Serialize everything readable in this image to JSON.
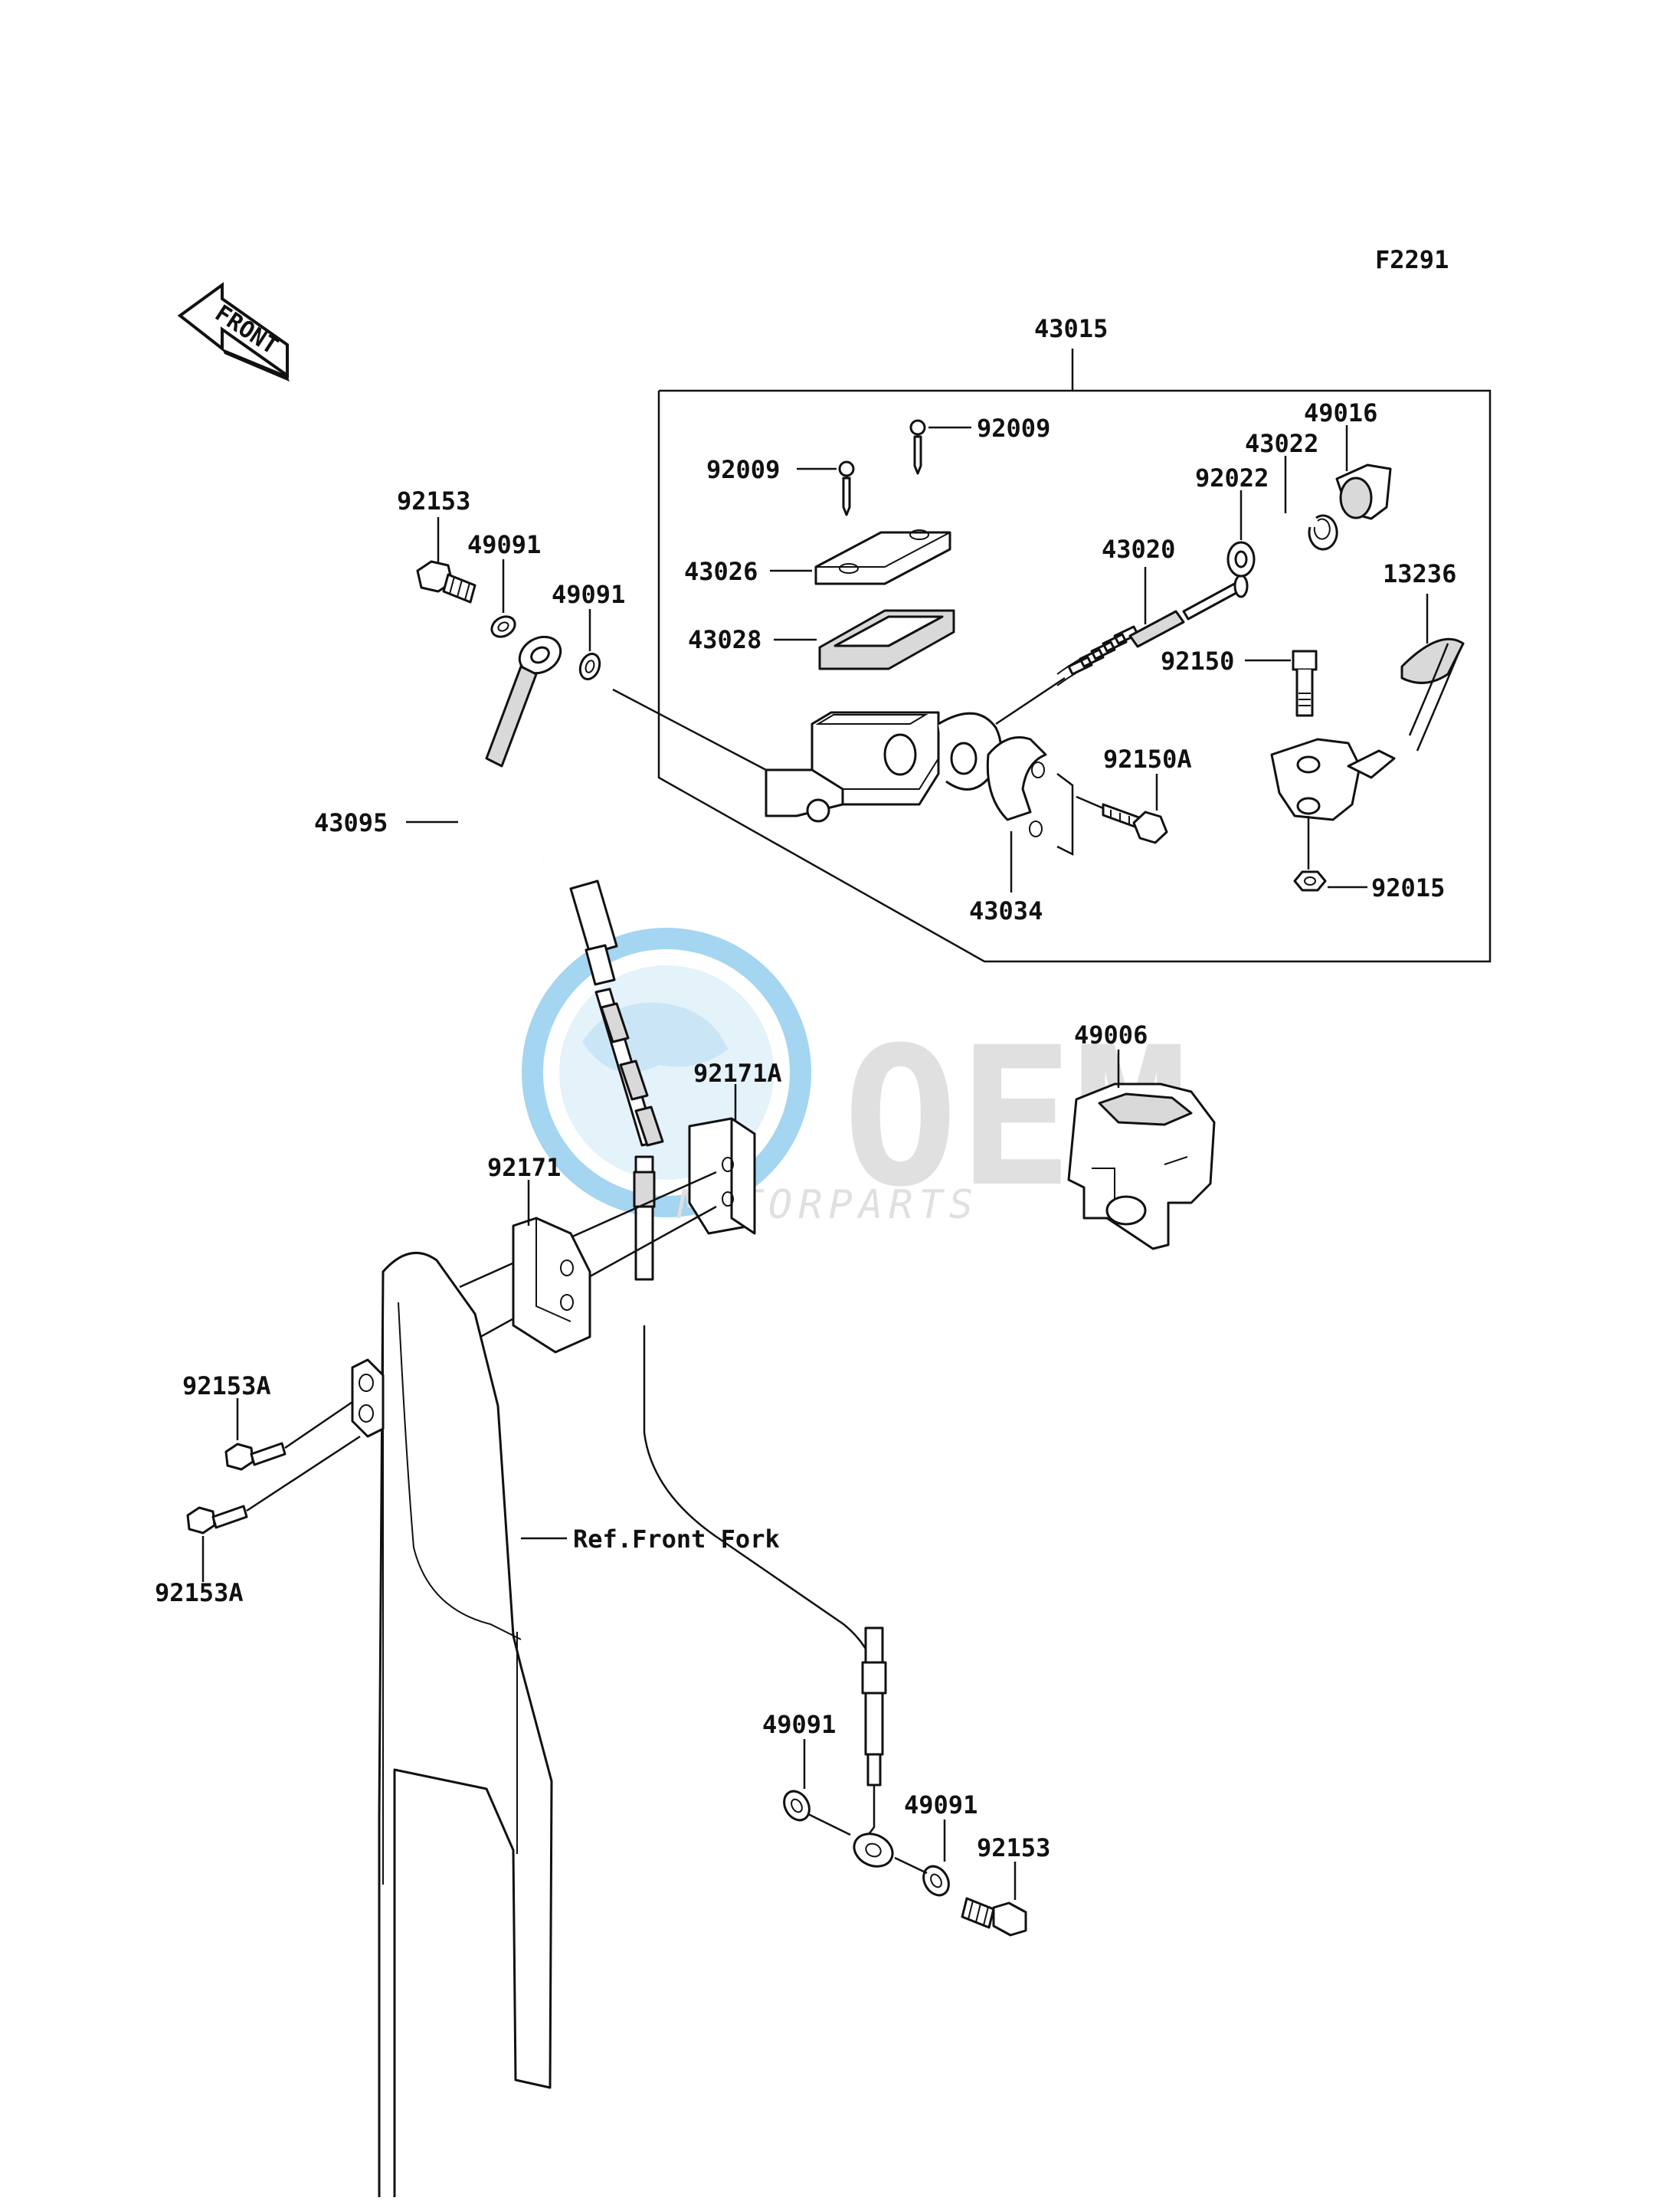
{
  "figure_code": "F2291",
  "front_label": "FRONT",
  "watermark": {
    "brand": "OEM",
    "sub": "MOTORPARTS",
    "colors": {
      "globe": "#5ab4e6",
      "text": "#c8c8c8"
    }
  },
  "labels": {
    "assy": "43015",
    "screw_a": "92009",
    "screw_b": "92009",
    "cap": "43026",
    "diaphragm": "43028",
    "boot": "49016",
    "circlip": "43022",
    "washer": "92022",
    "piston": "43020",
    "lever": "13236",
    "pivot_bolt": "92150",
    "clamp_bolt": "92150A",
    "clamp": "43034",
    "lever_nut": "92015",
    "banjo_top": "92153",
    "gasket_top1": "49091",
    "gasket_top2": "49091",
    "hose": "43095",
    "cover": "49006",
    "bracket_a": "92171A",
    "bracket": "92171",
    "bolt_a1": "92153A",
    "bolt_a2": "92153A",
    "fork_ref": "Ref.Front Fork",
    "gasket_bot1": "49091",
    "gasket_bot2": "49091",
    "banjo_bot": "92153"
  }
}
